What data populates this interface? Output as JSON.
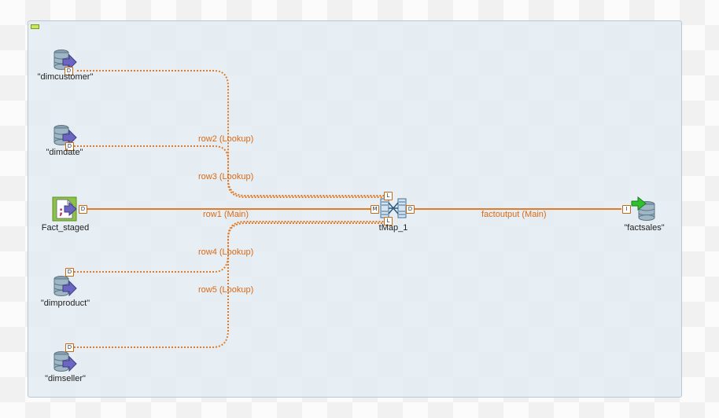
{
  "colors": {
    "link": "#e07b27",
    "canvas": "#e6eff4",
    "subjob_border": "#b9c8d3"
  },
  "components": {
    "dimcustomer": {
      "label": "\"dimcustomer\"",
      "icon": "database-input-icon",
      "port": "D"
    },
    "dimdate": {
      "label": "\"dimdate\"",
      "icon": "database-input-icon",
      "port": "D"
    },
    "fact_staged": {
      "label": "Fact_staged",
      "icon": "delimited-file-input-icon",
      "port": "D"
    },
    "dimproduct": {
      "label": "\"dimproduct\"",
      "icon": "database-input-icon",
      "port": "D"
    },
    "dimseller": {
      "label": "\"dimseller\"",
      "icon": "database-input-icon",
      "port": "D"
    },
    "tmap": {
      "label": "tMap_1",
      "icon": "tmap-icon",
      "ports": [
        "L",
        "M",
        "L",
        "D"
      ]
    },
    "factsales": {
      "label": "\"factsales\"",
      "icon": "database-output-icon",
      "port": "I"
    }
  },
  "links": {
    "row1": "row1 (Main)",
    "row2": "row2 (Lookup)",
    "row3": "row3 (Lookup)",
    "row4": "row4 (Lookup)",
    "row5": "row5 (Lookup)",
    "factoutput": "factoutput (Main)"
  }
}
